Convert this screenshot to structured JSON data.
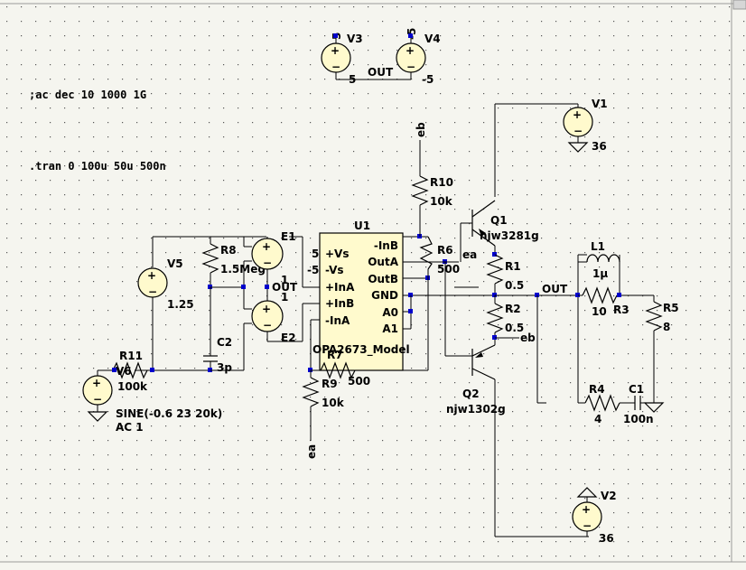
{
  "directives": {
    "ac": ";ac dec 10 1000 1G",
    "tran": ".tran 0 100u 50u 500n"
  },
  "supply": {
    "v3": {
      "name": "V3",
      "value": "5",
      "net": "5"
    },
    "v4": {
      "name": "V4",
      "value": "-5",
      "net": "-5"
    },
    "out_net": "OUT"
  },
  "opamp": {
    "name": "U1",
    "model": "OPA2673_Model",
    "pins_left": [
      "+Vs",
      "-Vs",
      "+InA",
      "+InB",
      "-InA"
    ],
    "pins_right": [
      "-InB",
      "OutA",
      "OutB",
      "GND",
      "A0",
      "A1"
    ],
    "vs_pos": "5",
    "vs_neg": "-5"
  },
  "components": {
    "v1": {
      "name": "V1",
      "value": "36"
    },
    "v2": {
      "name": "V2",
      "value": "36"
    },
    "v5": {
      "name": "V5",
      "value": "1.25"
    },
    "v6": {
      "name": "V6",
      "value": "SINE(-0.6 23 20k)",
      "ac": "AC 1"
    },
    "r1": {
      "name": "R1",
      "value": "0.5"
    },
    "r2": {
      "name": "R2",
      "value": "0.5"
    },
    "r3": {
      "name": "R3",
      "value": "10"
    },
    "r4": {
      "name": "R4",
      "value": "4"
    },
    "r5": {
      "name": "R5",
      "value": "8"
    },
    "r6": {
      "name": "R6",
      "value": "500"
    },
    "r7": {
      "name": "R7",
      "value": "500"
    },
    "r8": {
      "name": "R8",
      "value": "1.5Meg"
    },
    "r9": {
      "name": "R9",
      "value": "10k"
    },
    "r10": {
      "name": "R10",
      "value": "10k"
    },
    "r11": {
      "name": "R11",
      "value": "100k"
    },
    "c1": {
      "name": "C1",
      "value": "100n"
    },
    "c2": {
      "name": "C2",
      "value": "3p"
    },
    "l1": {
      "name": "L1",
      "value": "1µ"
    },
    "q1": {
      "name": "Q1",
      "model": "njw3281g"
    },
    "q2": {
      "name": "Q2",
      "model": "njw1302g"
    },
    "e1": {
      "name": "E1",
      "gain": "1"
    },
    "e2": {
      "name": "E2",
      "gain": "1"
    }
  },
  "nets": {
    "eb": "eb",
    "ea": "ea",
    "out": "OUT"
  }
}
